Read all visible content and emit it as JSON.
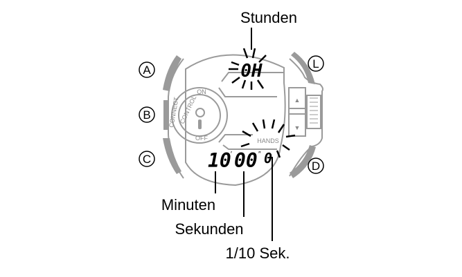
{
  "labels": {
    "hours": "Stunden",
    "minutes": "Minuten",
    "seconds": "Sekunden",
    "tenths": "1/10 Sek."
  },
  "buttons": {
    "a": "A",
    "b": "B",
    "c": "C",
    "l": "L",
    "d": "D"
  },
  "display": {
    "top": "0H",
    "hands": "HANDS",
    "min": "10",
    "sec": "00",
    "tenth": "0"
  },
  "control": {
    "on": "ON",
    "off": "OFF",
    "connect": "CONNECT",
    "control": "CONTROL"
  },
  "colors": {
    "outline": "#9a9a9a",
    "button": "#9a9a9a",
    "text": "#000000"
  }
}
